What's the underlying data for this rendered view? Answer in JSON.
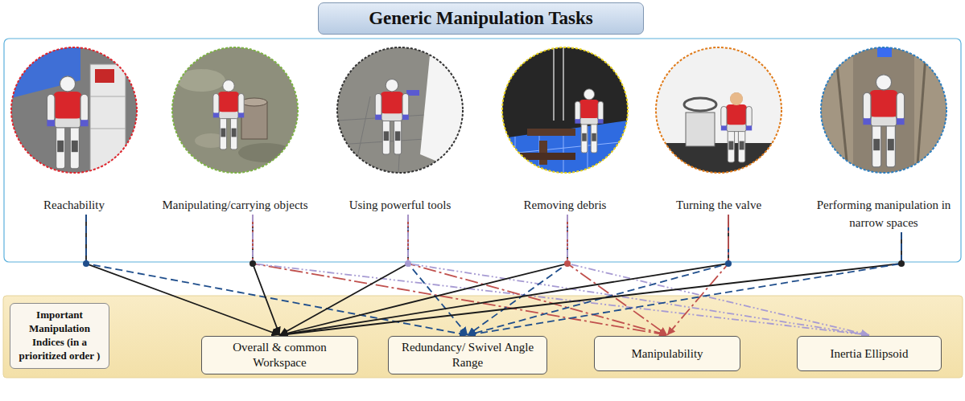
{
  "diagram": {
    "title": "Generic Manipulation Tasks",
    "nodes": [
      {
        "text": [
          "Reachability"
        ]
      },
      {
        "text": [
          "Manipulating/carrying objects"
        ]
      },
      {
        "text": [
          "Using powerful tools"
        ]
      },
      {
        "text": [
          "Removing debris"
        ]
      },
      {
        "text": [
          "Turning the valve"
        ]
      },
      {
        "text": [
          "Performing manipulation in narrow spaces"
        ]
      },
      {
        "text": [
          "Important Manipulation Indices (in a prioritized order )"
        ]
      },
      {
        "text": [
          "Overall & common Workspace"
        ]
      },
      {
        "text": [
          "Redundancy/ Swivel Angle Range"
        ]
      },
      {
        "text": [
          "Manipulability"
        ]
      },
      {
        "text": [
          "Inertia Ellipsoid"
        ]
      }
    ],
    "edges": [
      {
        "from": 0,
        "to": 7,
        "arrow": "to"
      },
      {
        "from": 0,
        "to": 8,
        "arrow": "to"
      },
      {
        "from": 1,
        "to": 7,
        "arrow": "to"
      },
      {
        "from": 1,
        "to": 9,
        "arrow": "to"
      },
      {
        "from": 1,
        "to": 10,
        "arrow": "to"
      },
      {
        "from": 2,
        "to": 7,
        "arrow": "to"
      },
      {
        "from": 2,
        "to": 8,
        "arrow": "to"
      },
      {
        "from": 2,
        "to": 9,
        "arrow": "to"
      },
      {
        "from": 2,
        "to": 10,
        "arrow": "to"
      },
      {
        "from": 3,
        "to": 7,
        "arrow": "to"
      },
      {
        "from": 3,
        "to": 8,
        "arrow": "to"
      },
      {
        "from": 3,
        "to": 9,
        "arrow": "to"
      },
      {
        "from": 3,
        "to": 10,
        "arrow": "to"
      },
      {
        "from": 4,
        "to": 7,
        "arrow": "to"
      },
      {
        "from": 4,
        "to": 8,
        "arrow": "to"
      },
      {
        "from": 4,
        "to": 9,
        "arrow": "to"
      },
      {
        "from": 5,
        "to": 7,
        "arrow": "to"
      },
      {
        "from": 5,
        "to": 8,
        "arrow": "to"
      }
    ]
  }
}
